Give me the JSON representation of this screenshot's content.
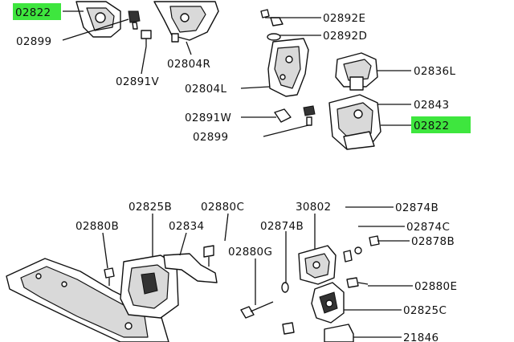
{
  "diagram": {
    "highlight_color": "#3ee63e",
    "labels": {
      "l02822_top": "02822",
      "l02899_a": "02899",
      "l02891v": "02891V",
      "l02804r": "02804R",
      "l02892e": "02892E",
      "l02892d": "02892D",
      "l02804l": "02804L",
      "l02836l": "02836L",
      "l02843": "02843",
      "l02891w": "02891W",
      "l02822_right": "02822",
      "l02899_b": "02899",
      "l02825b": "02825B",
      "l02880c": "02880C",
      "l02880b": "02880B",
      "l02834": "02834",
      "l30802": "30802",
      "l02874b_a": "02874B",
      "l02874b_b": "02874B",
      "l02874c": "02874C",
      "l02878b": "02878B",
      "l02880g": "02880G",
      "l02880e": "02880E",
      "l02825c": "02825C",
      "l21846": "21846"
    }
  }
}
